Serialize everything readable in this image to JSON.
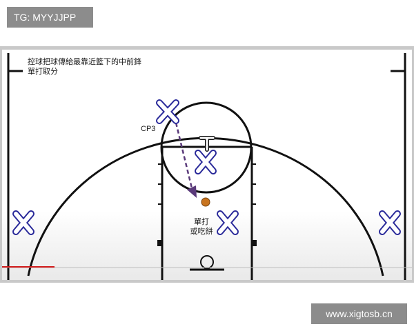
{
  "watermark_top": "TG: MYYJJPP",
  "watermark_bottom": "www.xigtosb.cn",
  "caption": {
    "line1": "控球把球傳給最靠近籃下的中前鋒",
    "line2": "單打取分"
  },
  "player_labels": {
    "cp3": "CP3",
    "post_note_line1": "單打",
    "post_note_line2": "或吃餅"
  },
  "markers": {
    "passer_symbol": "X",
    "receiver_symbol": "X",
    "defender_symbol": "T",
    "post_symbol": "X",
    "left_wing_symbol": "X",
    "right_wing_symbol": "X"
  },
  "colors": {
    "court_line": "#111111",
    "marker_fill": "#ffffff",
    "marker_outline": "#2a2a9a",
    "pass_arrow": "#5a3a7a",
    "ball": "#c8741f",
    "red_line": "#d11a1a"
  }
}
